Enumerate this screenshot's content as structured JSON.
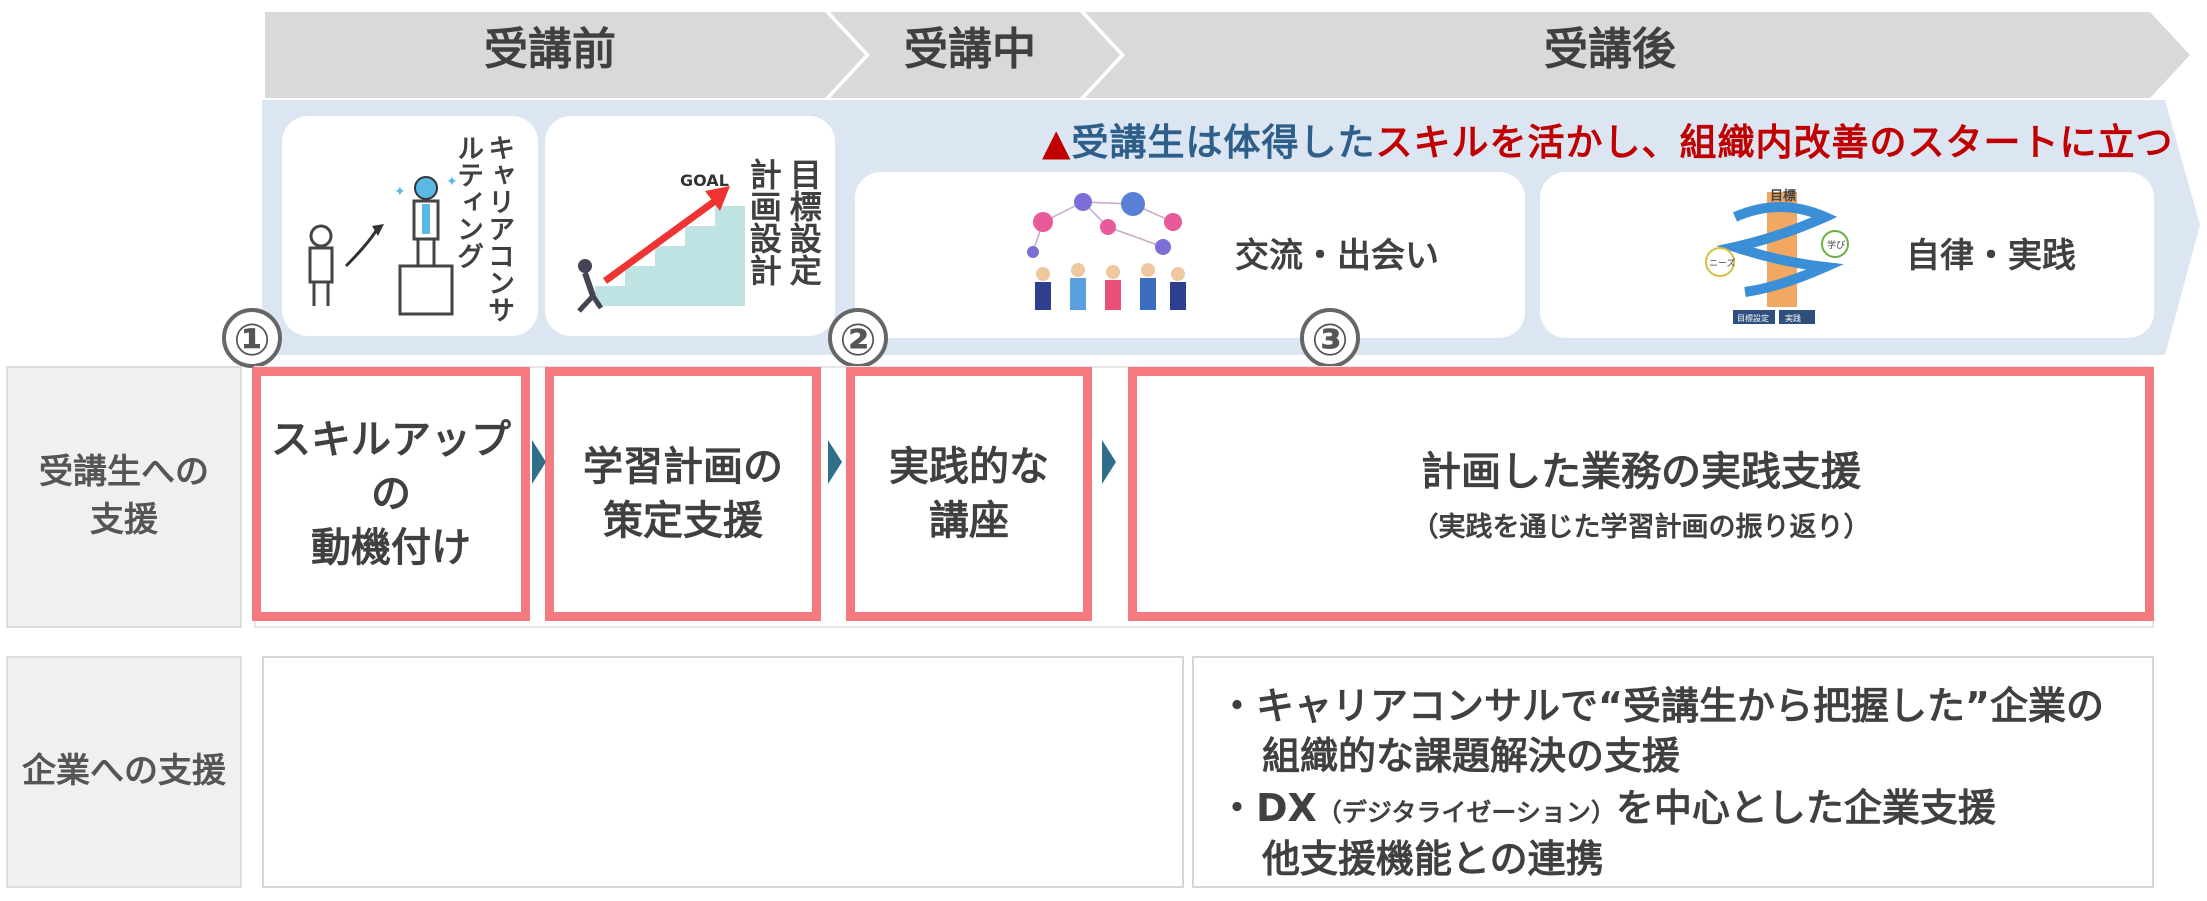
{
  "phases": {
    "before": "受講前",
    "during": "受講中",
    "after": "受講後"
  },
  "headline": {
    "marker": "▲",
    "part1": "受講生は体得した",
    "part2": "スキルを活かし、組織内改善のスタートに立つ"
  },
  "cards": {
    "career": "キャリアコンサルティング",
    "goal_line1": "目標設定",
    "goal_line2": "計画設計",
    "goal_sign": "GOAL",
    "exchange": "交流・出会い",
    "autonomy": "自律・実践",
    "spiral_top": "目標",
    "spiral_left": "ニーズ",
    "spiral_right": "学び",
    "spiral_bottom_left": "目標設定",
    "spiral_bottom_right": "実践"
  },
  "steps": {
    "one": "①",
    "two": "②",
    "three": "③"
  },
  "rows": {
    "student_label_line1": "受講生への",
    "student_label_line2": "支援",
    "company_label": "企業への支援"
  },
  "stages": {
    "motivation_line1": "スキルアップの",
    "motivation_line2": "動機付け",
    "plan_line1": "学習計画の",
    "plan_line2": "策定支援",
    "course_line1": "実践的な",
    "course_line2": "講座",
    "practice_title": "計画した業務の実践支援",
    "practice_sub": "（実践を通じた学習計画の振り返り）"
  },
  "company_support": {
    "bullet": "・",
    "b1_line1": "キャリアコンサルで“受講生から把握した”企業の",
    "b1_line2": "組織的な課題解決の支援",
    "b2_prefix": "DX",
    "b2_paren": "（デジタライゼーション）",
    "b2_suffix": "を中心とした企業支援",
    "b2_line2": "他支援機能との連携"
  },
  "colors": {
    "phase_bar": "#d9d9d9",
    "band": "#dce6f2",
    "accent_red": "#c00000",
    "accent_blue": "#2e5f8a",
    "stage_border": "#f47a80"
  }
}
